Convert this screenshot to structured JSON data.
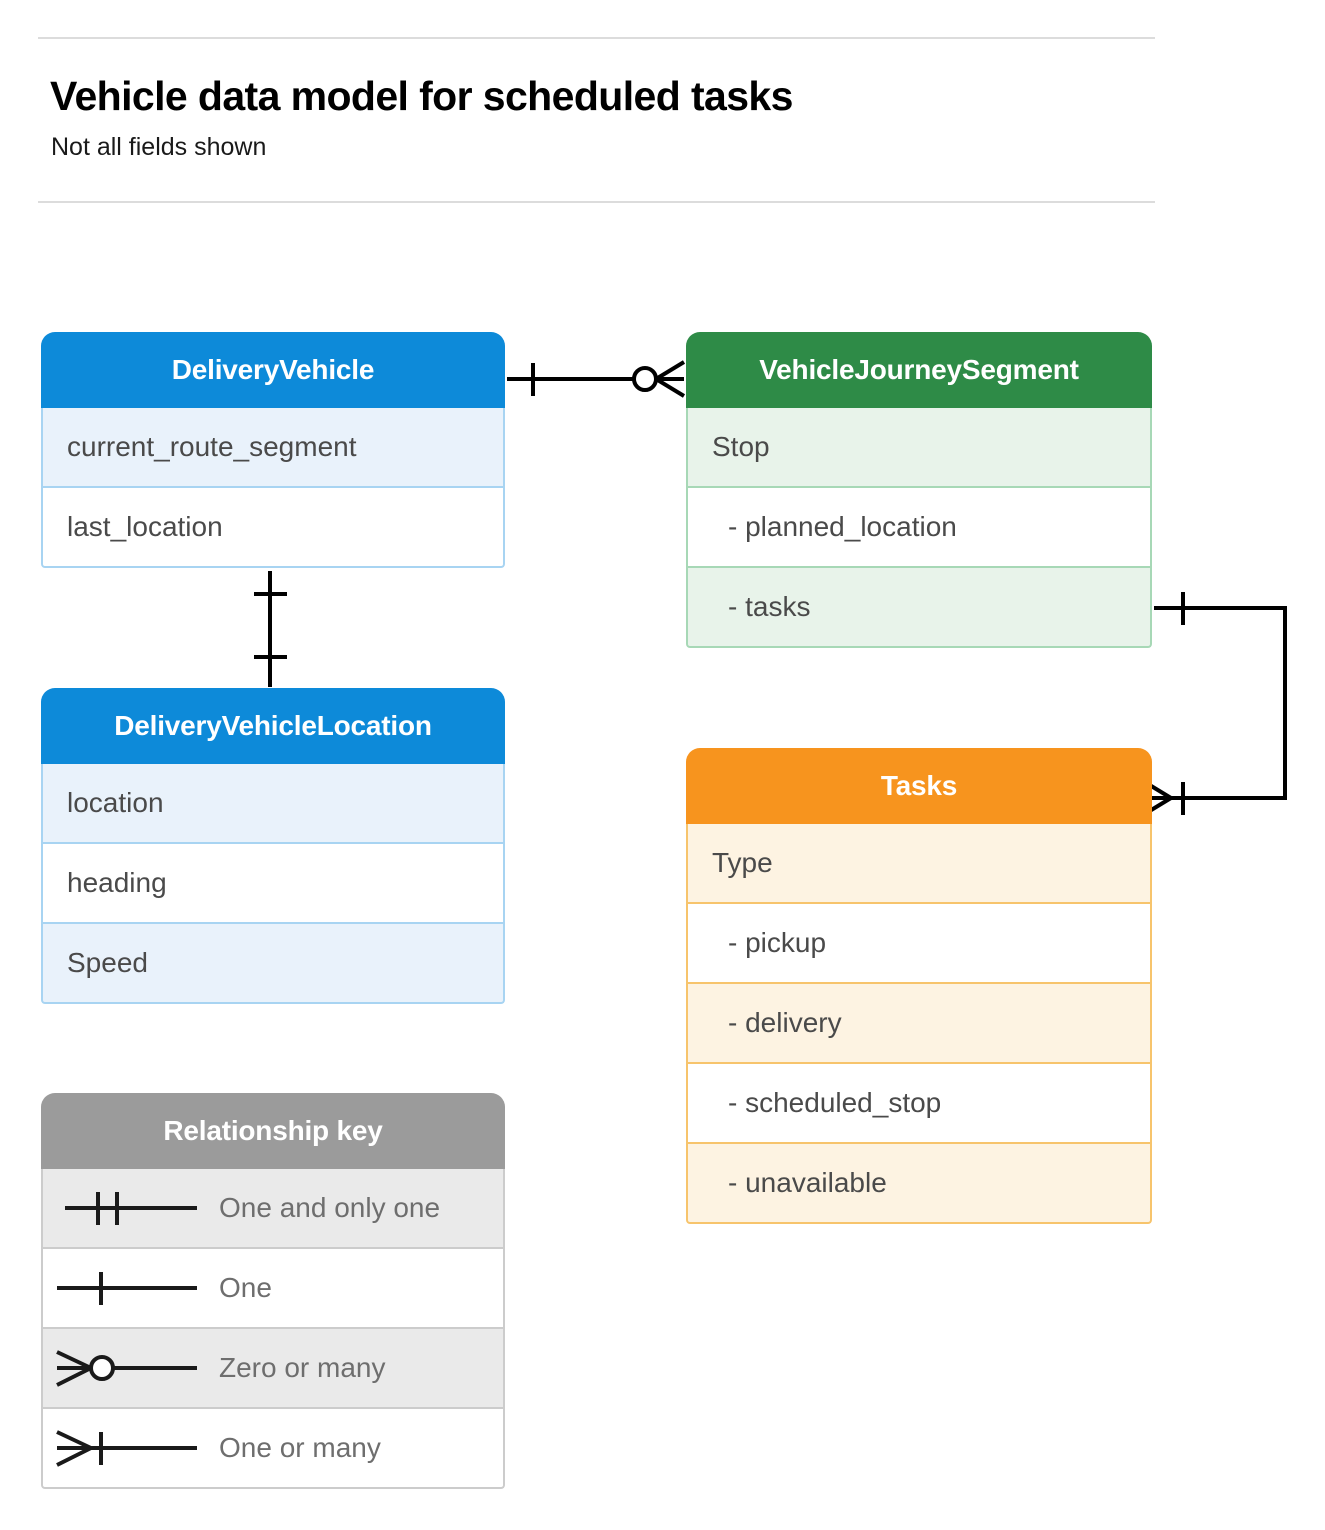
{
  "header": {
    "title": "Vehicle data model for scheduled tasks",
    "subtitle": "Not all fields shown"
  },
  "colors": {
    "blue": "#0d8ad9",
    "blue_row": "#e9f2fb",
    "blue_border": "#a8d4f2",
    "green": "#2e8b47",
    "green_row": "#e8f3ea",
    "green_border": "#a7d8b6",
    "orange": "#f7941e",
    "orange_row": "#fdf3e2",
    "orange_border": "#f7c46c",
    "gray": "#9b9b9b",
    "gray_row": "#eaeaea",
    "gray_border": "#cccccc",
    "rule": "#dcdcdc",
    "field_text": "#4a4a4a",
    "legend_text": "#6e6e6e",
    "connector": "#000000"
  },
  "entities": [
    {
      "id": "delivery-vehicle",
      "title": "DeliveryVehicle",
      "theme": "blue",
      "rows": [
        {
          "label": "current_route_segment",
          "sub": false
        },
        {
          "label": "last_location",
          "sub": false
        }
      ]
    },
    {
      "id": "vehicle-journey-segment",
      "title": "VehicleJourneySegment",
      "theme": "green",
      "rows": [
        {
          "label": "Stop",
          "sub": false
        },
        {
          "label": "-  planned_location",
          "sub": true
        },
        {
          "label": "- tasks",
          "sub": true
        }
      ]
    },
    {
      "id": "delivery-vehicle-location",
      "title": "DeliveryVehicleLocation",
      "theme": "blue",
      "rows": [
        {
          "label": "location",
          "sub": false
        },
        {
          "label": "heading",
          "sub": false
        },
        {
          "label": "Speed",
          "sub": false
        }
      ]
    },
    {
      "id": "tasks",
      "title": "Tasks",
      "theme": "orange",
      "rows": [
        {
          "label": "Type",
          "sub": false
        },
        {
          "label": "-  pickup",
          "sub": true
        },
        {
          "label": "-  delivery",
          "sub": true
        },
        {
          "label": "-  scheduled_stop",
          "sub": true
        },
        {
          "label": "-  unavailable",
          "sub": true
        }
      ]
    }
  ],
  "legend": {
    "title": "Relationship key",
    "items": [
      {
        "symbol": "one-and-only-one-symbol",
        "label": "One and only one"
      },
      {
        "symbol": "one-symbol",
        "label": "One"
      },
      {
        "symbol": "zero-or-many-symbol",
        "label": "Zero or many"
      },
      {
        "symbol": "one-or-many-symbol",
        "label": "One or many"
      }
    ]
  },
  "relationships": [
    {
      "id": "deliveryvehicle-to-vehiclejourneysegment",
      "from": "DeliveryVehicle",
      "to": "VehicleJourneySegment",
      "from_cardinality": "One",
      "to_cardinality": "Zero or many"
    },
    {
      "id": "deliveryvehicle-to-deliveryvehiclelocation",
      "from": "DeliveryVehicle",
      "to": "DeliveryVehicleLocation",
      "from_cardinality": "One",
      "to_cardinality": "One"
    },
    {
      "id": "vehiclejourneysegment-to-tasks",
      "from": "VehicleJourneySegment",
      "to": "Tasks",
      "from_cardinality": "One",
      "to_cardinality": "One or many"
    }
  ]
}
